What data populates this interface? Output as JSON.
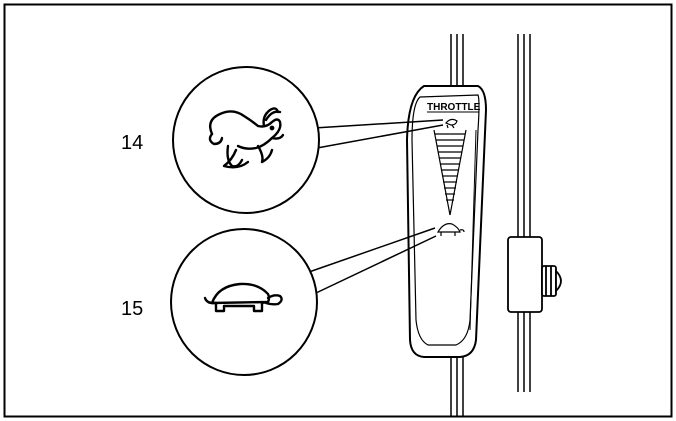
{
  "diagram": {
    "throttle_label": "THROTTLE",
    "callouts": [
      {
        "number": "14",
        "icon": "rabbit-icon",
        "meaning": "fast"
      },
      {
        "number": "15",
        "icon": "turtle-icon",
        "meaning": "slow"
      }
    ],
    "colors": {
      "line": "#000000",
      "background": "#ffffff"
    }
  }
}
